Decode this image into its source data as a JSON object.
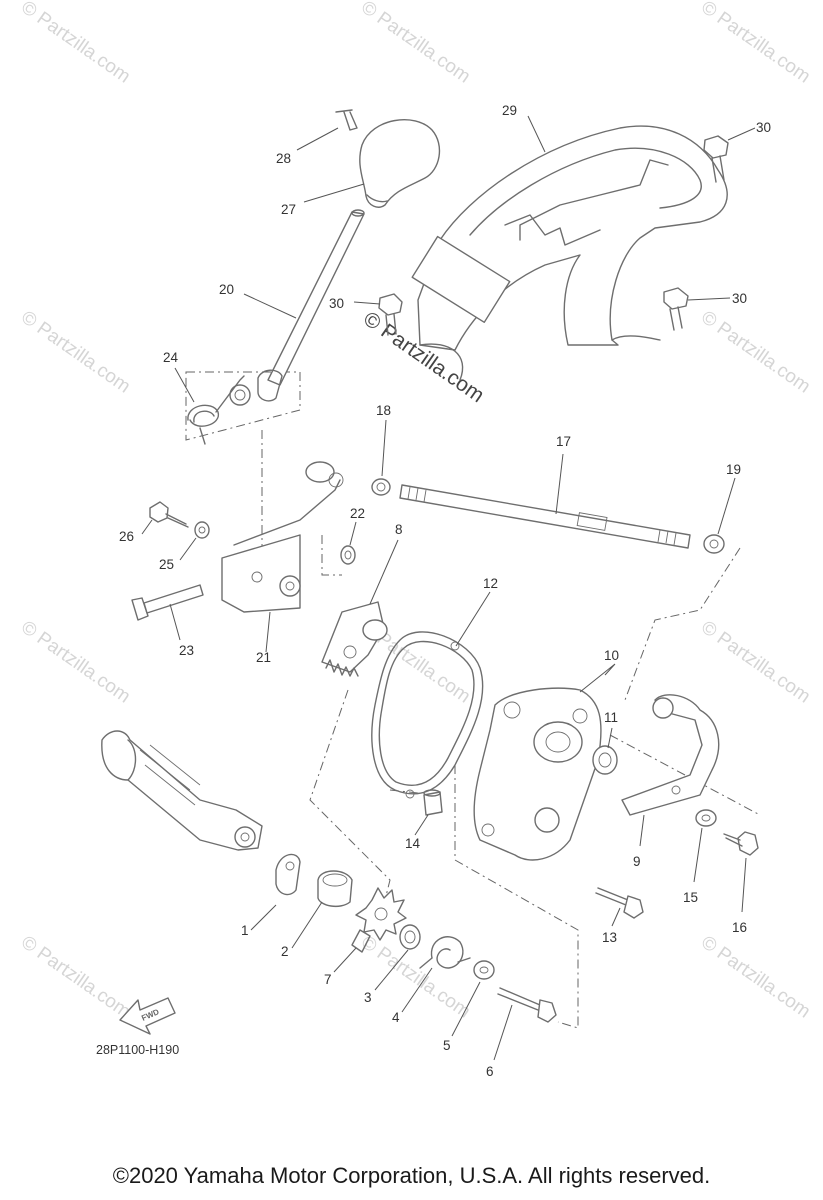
{
  "diagram": {
    "code": "28P1100-H190",
    "fwd_label": "FWD",
    "watermark": "© Partzilla.com",
    "callouts": [
      "1",
      "2",
      "3",
      "4",
      "5",
      "6",
      "7",
      "8",
      "9",
      "10",
      "11",
      "12",
      "13",
      "14",
      "15",
      "16",
      "17",
      "18",
      "19",
      "20",
      "21",
      "22",
      "23",
      "24",
      "25",
      "26",
      "27",
      "28",
      "29",
      "30"
    ]
  },
  "footer": {
    "copyright": "©2020 Yamaha Motor Corporation, U.S.A. All rights reserved."
  }
}
